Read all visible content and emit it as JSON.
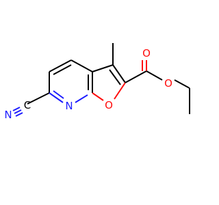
{
  "molecule": {
    "atoms": {
      "nitrile_n": {
        "symbol": "N",
        "color": "#1c1cff"
      },
      "nitrile_c": {
        "symbol": "C",
        "color": "#000000"
      },
      "ring_n": {
        "symbol": "N",
        "color": "#1c1cff"
      },
      "ring_o": {
        "symbol": "O",
        "color": "#ff0d0d"
      },
      "carbonyl_o": {
        "symbol": "O",
        "color": "#ff0d0d"
      },
      "ester_o": {
        "symbol": "O",
        "color": "#ff0d0d"
      }
    }
  }
}
